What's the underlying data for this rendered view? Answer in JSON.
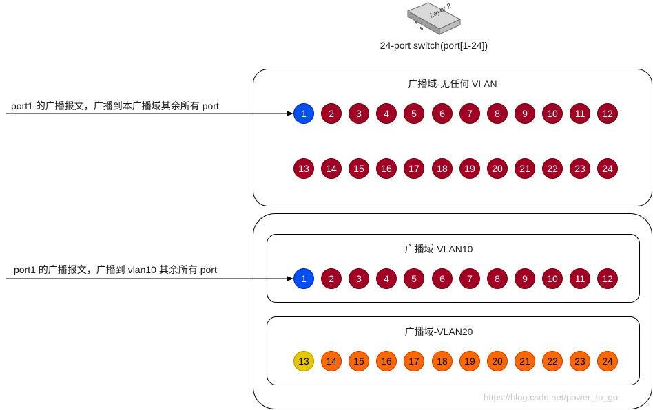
{
  "switch": {
    "icon_text": "Layer 2",
    "label": "24-port switch(port[1-24])"
  },
  "domains": [
    {
      "title": "广播域-无任何 VLAN"
    },
    {
      "title": "广播域-VLAN10"
    },
    {
      "title": "广播域-VLAN20"
    }
  ],
  "arrows": [
    {
      "label": "port1 的广播报文，广播到本广播域其余所有 port"
    },
    {
      "label": "port1 的广播报文，广播到 vlan10 其余所有 port"
    }
  ],
  "colors": {
    "blue": "#0050ef",
    "red": "#a20025",
    "yellow": "#e3c800",
    "orange": "#fa6800"
  },
  "port_rows": [
    {
      "ports": [
        "1",
        "2",
        "3",
        "4",
        "5",
        "6",
        "7",
        "8",
        "9",
        "10",
        "11",
        "12"
      ],
      "colors": [
        "blue",
        "red",
        "red",
        "red",
        "red",
        "red",
        "red",
        "red",
        "red",
        "red",
        "red",
        "red"
      ]
    },
    {
      "ports": [
        "13",
        "14",
        "15",
        "16",
        "17",
        "18",
        "19",
        "20",
        "21",
        "22",
        "23",
        "24"
      ],
      "colors": [
        "red",
        "red",
        "red",
        "red",
        "red",
        "red",
        "red",
        "red",
        "red",
        "red",
        "red",
        "red"
      ]
    },
    {
      "ports": [
        "1",
        "2",
        "3",
        "4",
        "5",
        "6",
        "7",
        "8",
        "9",
        "10",
        "11",
        "12"
      ],
      "colors": [
        "blue",
        "red",
        "red",
        "red",
        "red",
        "red",
        "red",
        "red",
        "red",
        "red",
        "red",
        "red"
      ]
    },
    {
      "ports": [
        "13",
        "14",
        "15",
        "16",
        "17",
        "18",
        "19",
        "20",
        "21",
        "22",
        "23",
        "24"
      ],
      "colors": [
        "yellow",
        "orange",
        "orange",
        "orange",
        "orange",
        "orange",
        "orange",
        "orange",
        "orange",
        "orange",
        "orange",
        "orange"
      ]
    }
  ],
  "watermark": "https://blog.csdn.net/power_to_go"
}
